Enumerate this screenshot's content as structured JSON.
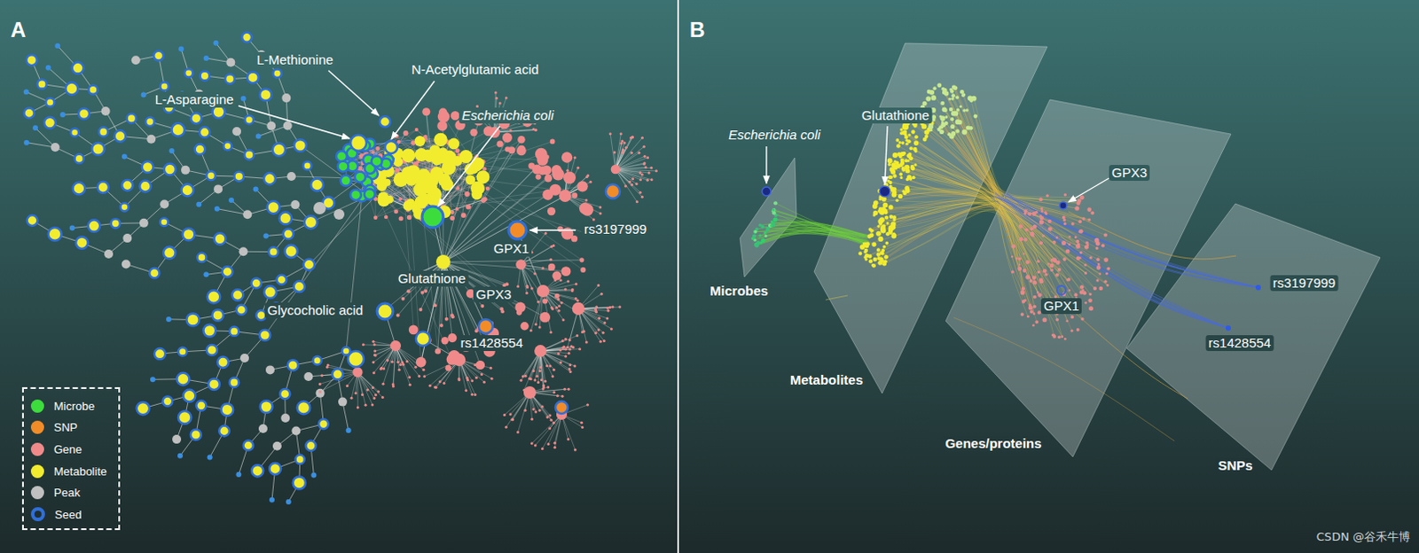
{
  "diagram": {
    "nodes": [
      {
        "text": [
          "A"
        ]
      },
      {
        "text": [
          "B"
        ]
      }
    ],
    "labels": [
      "L-Methionine",
      "N-Acetylglutamic acid",
      "L-Asparagine",
      "Escherichia coli",
      "rs3197999",
      "GPX1",
      "Glutathione",
      "GPX3",
      "Glycocholic acid",
      "rs1428554",
      "Escherichia coli",
      "Glutathione",
      "GPX3",
      "GPX1",
      "rs3197999",
      "rs1428554",
      "Microbes",
      "Metabolites",
      "Genes/proteins",
      "SNPs",
      "CSDN @谷禾牛博"
    ],
    "legend": [
      {
        "text": "Microbe",
        "color": "#3ddc3d"
      },
      {
        "text": "SNP",
        "color": "#f28c28"
      },
      {
        "text": "Gene",
        "color": "#f08a8a"
      },
      {
        "text": "Metabolite",
        "color": "#f2ec2e"
      },
      {
        "text": "Peak",
        "color": "#c0c0c0"
      },
      {
        "text": "Seed"
      }
    ]
  }
}
